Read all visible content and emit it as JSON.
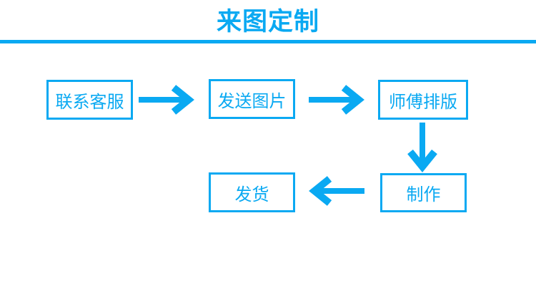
{
  "accent_color": "#0aa9f2",
  "header": {
    "title": "来图定制"
  },
  "flow": {
    "steps": {
      "contact": {
        "label": "联系客服"
      },
      "send_image": {
        "label": "发送图片"
      },
      "typeset": {
        "label": "师傅排版"
      },
      "make": {
        "label": "制作"
      },
      "ship": {
        "label": "发货"
      }
    },
    "arrows": [
      {
        "icon": "arrow-right-icon",
        "from": "联系客服",
        "to": "发送图片"
      },
      {
        "icon": "arrow-right-icon",
        "from": "发送图片",
        "to": "师傅排版"
      },
      {
        "icon": "arrow-down-icon",
        "from": "师傅排版",
        "to": "制作"
      },
      {
        "icon": "arrow-left-icon",
        "from": "制作",
        "to": "发货"
      }
    ]
  }
}
